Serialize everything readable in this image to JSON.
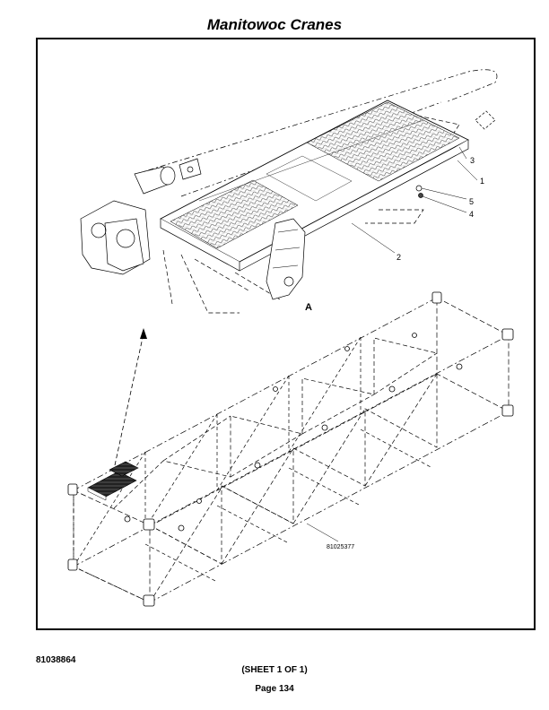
{
  "header": {
    "title": "Manitowoc Cranes"
  },
  "drawing": {
    "callouts": [
      "3",
      "1",
      "5",
      "4",
      "2"
    ],
    "view_label": "A",
    "part_number": "81025377"
  },
  "footer": {
    "drawing_number": "81038864",
    "sheet": "(SHEET 1 OF 1)",
    "page": "Page 134"
  }
}
